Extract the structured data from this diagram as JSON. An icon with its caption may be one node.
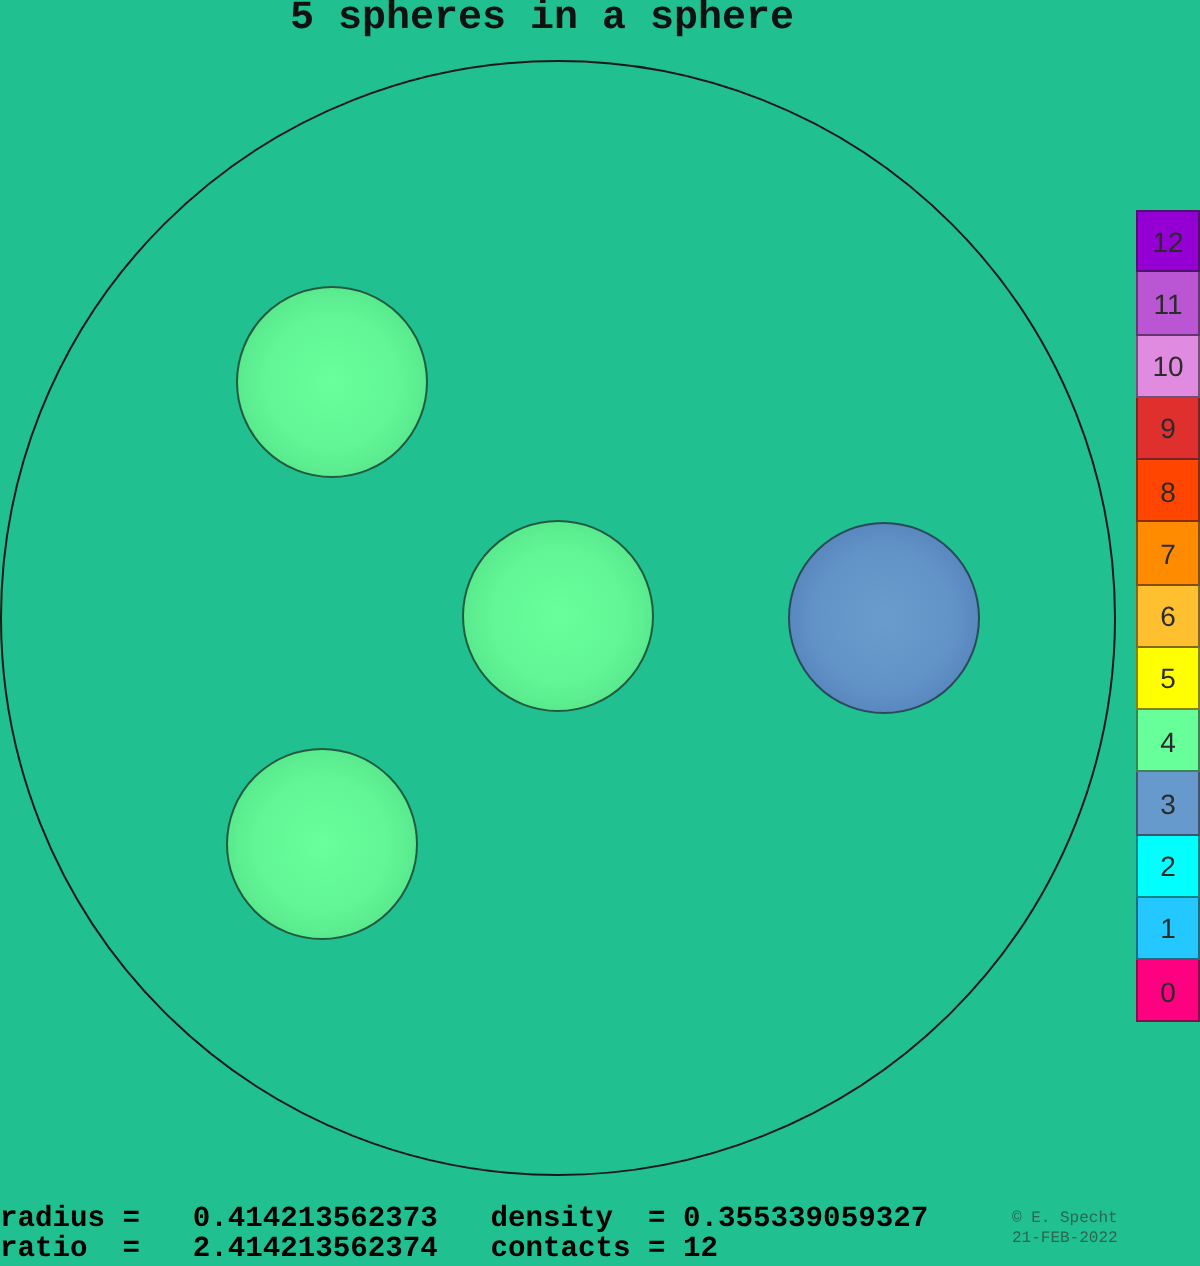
{
  "diagram": {
    "title": "5 spheres in a sphere",
    "nodes": [
      {
        "text": [],
        "shape": "circle"
      },
      {
        "text": [],
        "shape": "circle",
        "in": 0
      },
      {
        "text": [],
        "shape": "circle",
        "in": 0
      },
      {
        "text": [],
        "shape": "circle",
        "in": 0
      },
      {
        "text": [],
        "shape": "circle",
        "in": 0
      }
    ],
    "labels": [
      "radius",
      "=",
      "0.414213562373",
      "density",
      "=",
      "0.355339059327",
      "ratio",
      "=",
      "2.414213562374",
      "contacts",
      "=",
      "12",
      "© E. Specht",
      "21-FEB-2022"
    ],
    "legend": [
      {
        "text": "12",
        "color": "#9400d3"
      },
      {
        "text": "11",
        "color": "#ba55d3"
      },
      {
        "text": "10",
        "color": "#e08be0"
      },
      {
        "text": "9",
        "color": "#e0302e"
      },
      {
        "text": "8",
        "color": "#ff4500"
      },
      {
        "text": "7",
        "color": "#ff8c00"
      },
      {
        "text": "6",
        "color": "#ffc030"
      },
      {
        "text": "5",
        "color": "#ffff00"
      },
      {
        "text": "4",
        "color": "#66ff99"
      },
      {
        "text": "3",
        "color": "#6699cc"
      },
      {
        "text": "2",
        "color": "#00ffff"
      },
      {
        "text": "1",
        "color": "#22c8ff"
      },
      {
        "text": "0",
        "color": "#ff0080"
      }
    ]
  }
}
